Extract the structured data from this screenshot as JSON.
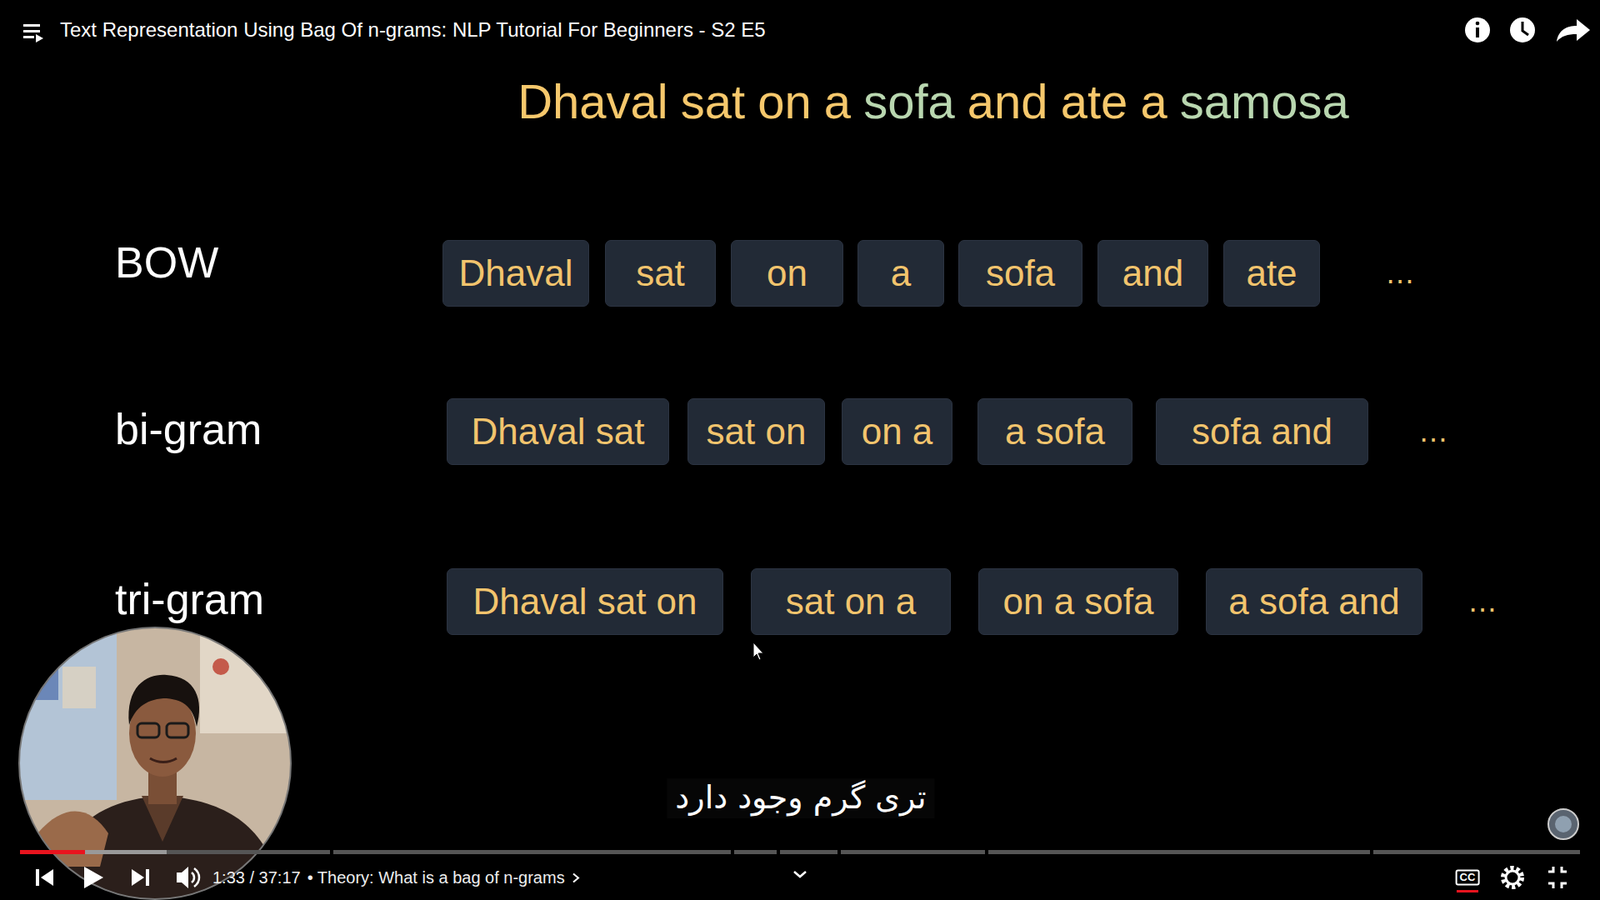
{
  "diagram": {
    "title": "Dhaval sat on a sofa and ate a samosa",
    "nodes": [
      {
        "text": [
          "Dhaval"
        ]
      },
      {
        "text": [
          "sat"
        ]
      },
      {
        "text": [
          "on"
        ]
      },
      {
        "text": [
          "a"
        ]
      },
      {
        "text": [
          "sofa"
        ]
      },
      {
        "text": [
          "and"
        ]
      },
      {
        "text": [
          "ate"
        ]
      },
      {
        "text": [
          "Dhaval sat"
        ]
      },
      {
        "text": [
          "sat on"
        ]
      },
      {
        "text": [
          "on a"
        ]
      },
      {
        "text": [
          "a sofa"
        ]
      },
      {
        "text": [
          "sofa and"
        ]
      },
      {
        "text": [
          "Dhaval sat on"
        ]
      },
      {
        "text": [
          "sat on a"
        ]
      },
      {
        "text": [
          "on a sofa"
        ]
      },
      {
        "text": [
          "a sofa and"
        ]
      }
    ],
    "labels": [
      "Text Representation Using Bag Of n-grams: NLP Tutorial For Beginners - S2 E5",
      "BOW",
      "…",
      "bi-gram",
      "…",
      "tri-gram",
      "…",
      "تری گرم وجود دارد",
      "1:33 / 37:17",
      "• Theory: What is a bag of n-grams",
      "CC"
    ]
  }
}
